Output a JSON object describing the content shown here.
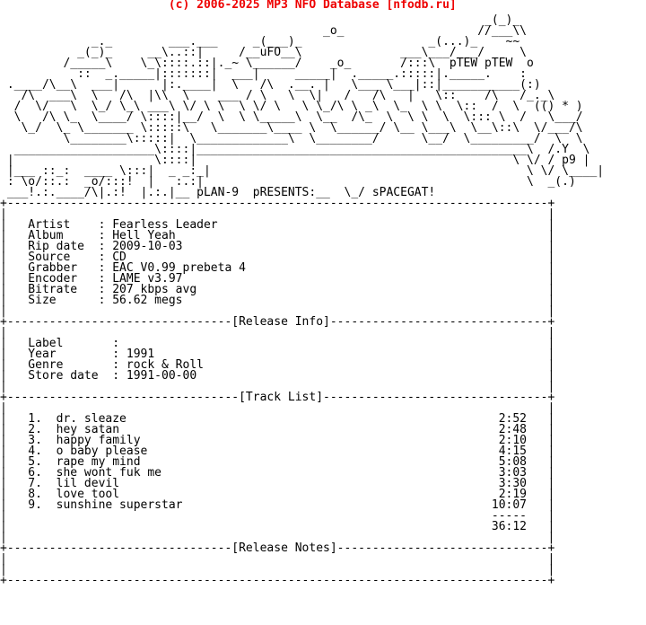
{
  "colors": {
    "background": "#ffffff",
    "text": "#000000",
    "header": "#ee0000"
  },
  "header": "                        (c) 2006-2025 MP3 NFO Database [nfodb.ru]",
  "lines": [
    "                                                                     _(_)_",
    "                                              _o_                   //___\\\\",
    "             _._        ___.___     _(___)_                  _(...)_    ~~",
    "           _(_)_     __\\..::|     /__uFO__\\              ___\\___/___/     \\",
    "         /_____\\    \\_\\::::.::|._~ \\______/    _o_       /:::\\  pTEW pTEW  o",
    "           ::  _._____|:::::::|  ___|     _____|  ._____.:::::|._____.    :",
    " .____/\\__\\  ___|      |:.____|  \\   /\\  .__. |   \\___ \\___|::|___________(:)",
    "   /\\  ___\\  \\   /\\  |\\\\  \\    ___ / \\   \\  \\|   /   /\\   |   \\::    /\\   /_._\\",
    "  /  \\/   \\  \\_/ \\_\\ ___\\ \\/ \\ \\  \\ \\/ \\   \\ \\_/\\ \\ _\\  \\_  \\ \\  \\::  /  \\  (() * )",
    "  \\   /\\ \\_  \\____/ \\::::|__/  \\  \\ \\_____\\  \\__  /\\_  \\  \\ \\  \\  \\::: \\  /   \\___/",
    "   \\_/  \\_ \\_______ \\:::::\\   \\_______\\____ \\  \\______/ \\__ \\___\\  \\__\\::\\  \\/___/\\",
    "         \\________\\:::::|  \\_____________\\  \\________/      \\__/  \\_________/  \\  \\",
    "  ____________________\\::::|_______________________________________________\\  /.Y  \\",
    " |                    \\::::|                                             \\ \\/ / p9 |",
    " |___ ::_:  ____ \\:::|  _ _:_|                                             \\ \\/ \\____|",
    " : \\o/::.:  _o/:::!  |   :.:|                                              \\  _(.)",
    " ___!.:.____/\\|.:!  |.:.|__ pLAN-9  pRESENTS:__  \\_/ sPACEGAT!",
    "+-----------------------------------------------------------------------------+",
    "|                                                                             |",
    "|   Artist    : Fearless Leader                                               |",
    "|   Album     : Hell Yeah                                                     |",
    "|   Rip date  : 2009-10-03                                                    |",
    "|   Source    : CD                                                            |",
    "|   Grabber   : EAC V0.99 prebeta 4                                           |",
    "|   Encoder   : LAME v3.97                                                    |",
    "|   Bitrate   : 207 kbps avg                                                  |",
    "|   Size      : 56.62 megs                                                    |",
    "|                                                                             |",
    "+--------------------------------[Release Info]-------------------------------+",
    "|                                                                             |",
    "|   Label       :                                                             |",
    "|   Year        : 1991                                                        |",
    "|   Genre       : rock & Roll                                                 |",
    "|   Store date  : 1991-00-00                                                  |",
    "|                                                                             |",
    "+---------------------------------[Track List]--------------------------------+",
    "|                                                                             |",
    "|   1.  dr. sleaze                                                     2:52   |",
    "|   2.  hey satan                                                      2:48   |",
    "|   3.  happy family                                                   2:10   |",
    "|   4.  o baby please                                                  4:15   |",
    "|   5.  rape my mind                                                   5:08   |",
    "|   6.  she wont fuk me                                                3:03   |",
    "|   7.  lil devil                                                      3:30   |",
    "|   8.  love tool                                                      2:19   |",
    "|   9.  sunshine superstar                                            10:07   |",
    "|                                                                     -----   |",
    "|                                                                     36:12   |",
    "|                                                                             |",
    "+--------------------------------[Release Notes]------------------------------+",
    "|                                                                             |",
    "|                                                                             |",
    "+-----------------------------------------------------------------------------+"
  ]
}
